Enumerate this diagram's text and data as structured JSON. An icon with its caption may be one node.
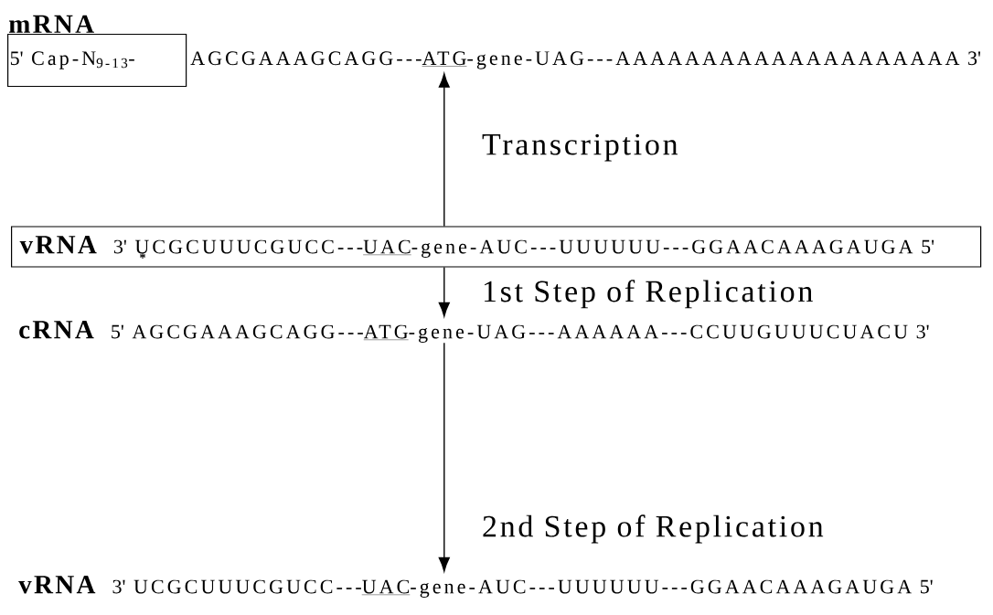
{
  "diagram": {
    "nodes": [
      {
        "text": [
          "mRNA",
          "5' Cap-N$_{9-13}$-"
        ]
      },
      {
        "text": [
          "AGCGAAAGCAGG---",
          "ATG",
          "-gene-UAG---AAAAAAAAAAAAAAAAAAAA 3'"
        ]
      },
      {
        "text": [
          "vRNA",
          "3' UCGCUUUCGUCC---",
          "UAC",
          "-gene-AUC---UUUUUU---GGAACAAAGAUGA 5'"
        ]
      },
      {
        "text": [
          "cRNA",
          "5' AGCGAAAGCAGG---",
          "ATG",
          "-gene-UAG---AAAAAA---CCUUGUUUCUACU 3'"
        ]
      },
      {
        "text": [
          "vRNA",
          "3' UCGCUUUCGUCC---",
          "UAC",
          "-gene-AUC---UUUUUU---GGAACAAAGAUGA 5'"
        ]
      }
    ],
    "edges": [
      {
        "from": 2,
        "to": 1,
        "arrow": "to",
        "label": "Transcription"
      },
      {
        "from": 2,
        "to": 3,
        "arrow": "to",
        "label": "1st Step of Replication"
      },
      {
        "from": 3,
        "to": 4,
        "arrow": "to",
        "label": "2nd Step of Replication"
      }
    ],
    "labels": [
      "*"
    ]
  }
}
